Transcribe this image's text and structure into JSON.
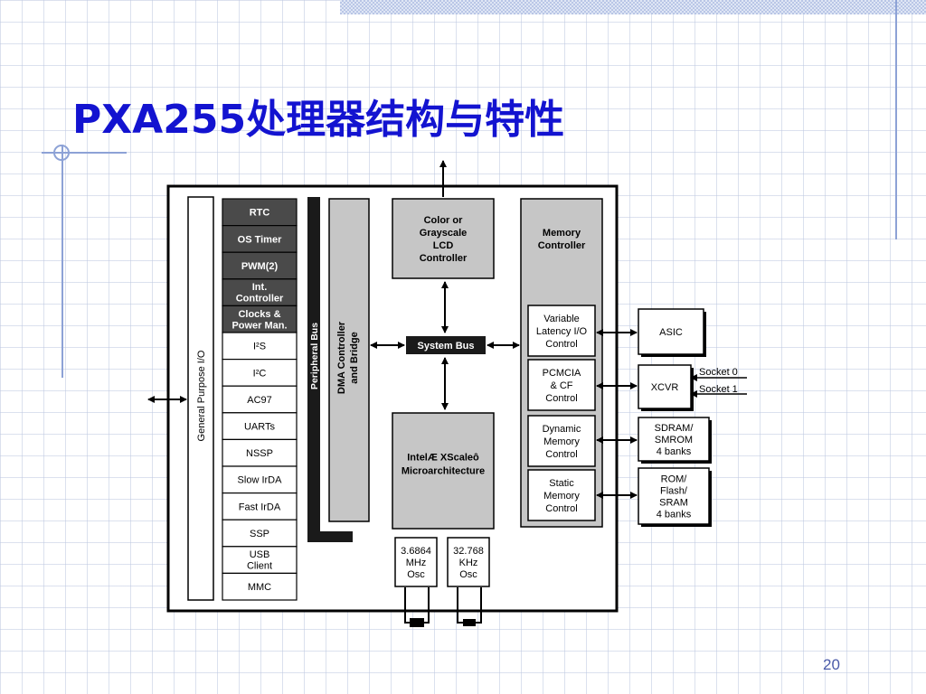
{
  "slide": {
    "title": "PXA255处理器结构与特性",
    "page_number": "20"
  },
  "diagram": {
    "general_purpose_io": "General Purpose I/O",
    "peripherals": [
      {
        "id": "rtc",
        "lines": [
          "RTC"
        ],
        "dark": true
      },
      {
        "id": "os-timer",
        "lines": [
          "OS Timer"
        ],
        "dark": true
      },
      {
        "id": "pwm",
        "lines": [
          "PWM(2)"
        ],
        "dark": true
      },
      {
        "id": "int-controller",
        "lines": [
          "Int.",
          "Controller"
        ],
        "dark": true
      },
      {
        "id": "clocks-power",
        "lines": [
          "Clocks &",
          "Power Man."
        ],
        "dark": true
      },
      {
        "id": "i2s",
        "lines": [
          "I²S"
        ],
        "dark": false
      },
      {
        "id": "i2c",
        "lines": [
          "I²C"
        ],
        "dark": false
      },
      {
        "id": "ac97",
        "lines": [
          "AC97"
        ],
        "dark": false
      },
      {
        "id": "uarts",
        "lines": [
          "UARTs"
        ],
        "dark": false
      },
      {
        "id": "nssp",
        "lines": [
          "NSSP"
        ],
        "dark": false
      },
      {
        "id": "slow-irda",
        "lines": [
          "Slow IrDA"
        ],
        "dark": false
      },
      {
        "id": "fast-irda",
        "lines": [
          "Fast IrDA"
        ],
        "dark": false
      },
      {
        "id": "ssp",
        "lines": [
          "SSP"
        ],
        "dark": false
      },
      {
        "id": "usb-client",
        "lines": [
          "USB",
          "Client"
        ],
        "dark": false
      },
      {
        "id": "mmc",
        "lines": [
          "MMC"
        ],
        "dark": false
      }
    ],
    "peripheral_bus": "Peripheral Bus",
    "dma": [
      "DMA Controller",
      "and Bridge"
    ],
    "lcd_controller": [
      "Color or",
      "Grayscale",
      "LCD",
      "Controller"
    ],
    "system_bus": "System Bus",
    "xscale": [
      "IntelÆ XScaleô",
      "Microarchitecture"
    ],
    "osc_3686": [
      "3.6864",
      "MHz",
      "Osc"
    ],
    "osc_32768": [
      "32.768",
      "KHz",
      "Osc"
    ],
    "memory_controller": [
      "Memory",
      "Controller"
    ],
    "memory_blocks": [
      {
        "id": "variable-latency-io",
        "lines": [
          "Variable",
          "Latency I/O",
          "Control"
        ]
      },
      {
        "id": "pcmcia-cf",
        "lines": [
          "PCMCIA",
          "& CF",
          "Control"
        ]
      },
      {
        "id": "dynamic-memory",
        "lines": [
          "Dynamic",
          "Memory",
          "Control"
        ]
      },
      {
        "id": "static-memory",
        "lines": [
          "Static",
          "Memory",
          "Control"
        ]
      }
    ],
    "external": [
      {
        "id": "asic",
        "lines": [
          "ASIC"
        ]
      },
      {
        "id": "xcvr",
        "lines": [
          "XCVR"
        ]
      },
      {
        "id": "sdram-smrom",
        "lines": [
          "SDRAM/",
          "SMROM",
          "4 banks"
        ]
      },
      {
        "id": "rom-flash-sram",
        "lines": [
          "ROM/",
          "Flash/",
          "SRAM",
          "4 banks"
        ]
      }
    ],
    "sockets": [
      "Socket 0",
      "Socket 1"
    ]
  }
}
